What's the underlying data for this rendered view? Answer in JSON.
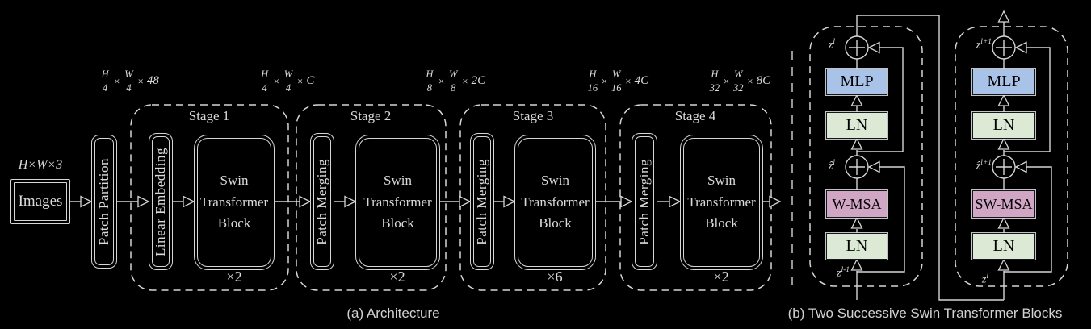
{
  "panel_a": {
    "caption": "(a) Architecture",
    "input_dim_label": "H×W×3",
    "images_label": "Images",
    "patch_partition_label": "Patch Partition",
    "times": "×",
    "dim_labels": [
      {
        "f1_num": "H",
        "f1_den": "4",
        "f2_num": "W",
        "f2_den": "4",
        "mult": "48"
      },
      {
        "f1_num": "H",
        "f1_den": "4",
        "f2_num": "W",
        "f2_den": "4",
        "mult": "C"
      },
      {
        "f1_num": "H",
        "f1_den": "8",
        "f2_num": "W",
        "f2_den": "8",
        "mult": "2C"
      },
      {
        "f1_num": "H",
        "f1_den": "16",
        "f2_num": "W",
        "f2_den": "16",
        "mult": "4C"
      },
      {
        "f1_num": "H",
        "f1_den": "32",
        "f2_num": "W",
        "f2_den": "32",
        "mult": "8C"
      }
    ],
    "stages": [
      {
        "title": "Stage 1",
        "side_label": "Linear Embedding",
        "block_label": "Swin Transformer Block",
        "repeat": "×2"
      },
      {
        "title": "Stage 2",
        "side_label": "Patch Merging",
        "block_label": "Swin Transformer Block",
        "repeat": "×2"
      },
      {
        "title": "Stage 3",
        "side_label": "Patch Merging",
        "block_label": "Swin Transformer Block",
        "repeat": "×6"
      },
      {
        "title": "Stage 4",
        "side_label": "Patch Merging",
        "block_label": "Swin Transformer Block",
        "repeat": "×2"
      }
    ]
  },
  "panel_b": {
    "caption": "(b) Two Successive Swin Transformer Blocks",
    "blocks": [
      {
        "mlp": "MLP",
        "ln_top": "LN",
        "msa": "W-MSA",
        "ln_bottom": "LN",
        "out_base": "z",
        "out_sup": "l",
        "mid_base": "ẑ",
        "mid_sup": "l",
        "in_base": "z",
        "in_sup": "l-1"
      },
      {
        "mlp": "MLP",
        "ln_top": "LN",
        "msa": "SW-MSA",
        "ln_bottom": "LN",
        "out_base": "z",
        "out_sup": "l+1",
        "mid_base": "ẑ",
        "mid_sup": "l+1",
        "in_base": "z",
        "in_sup": "l"
      }
    ]
  },
  "colors": {
    "mlp_fill": "#a9c2e8",
    "ln_fill": "#dcead5",
    "msa_fill": "#d0a6c4",
    "line": "#d6d6d6",
    "background": "#000000"
  }
}
